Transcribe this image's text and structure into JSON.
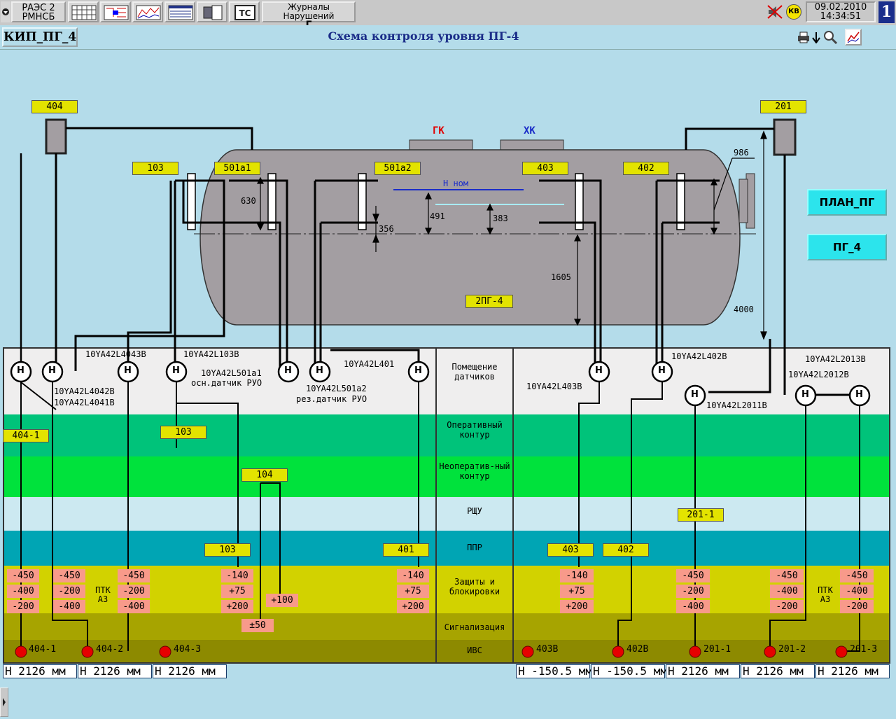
{
  "toolbar": {
    "station_line1": "РАЭС 2",
    "station_line2": "РМНСБ",
    "journals_title": "Журналы Нарушений",
    "journals_value": "Г",
    "kb_badge": "КВ",
    "date": "09.02.2010",
    "time": "14:34:51",
    "screen_number": "1"
  },
  "header": {
    "kip_label": "КИП_ПГ_4",
    "title": "Схема контроля уровня ПГ-4"
  },
  "vessel": {
    "gk": "ГК",
    "hk": "ХК",
    "n_nom": "Н ном",
    "name": "2ПГ-4",
    "dims": {
      "d630": "630",
      "d356": "356",
      "d491": "491",
      "d383": "383",
      "d1605": "1605",
      "d986": "986",
      "d4000": "4000"
    }
  },
  "tags": {
    "t404": "404",
    "t201": "201",
    "t103": "103",
    "t501a1": "501а1",
    "t501a2": "501а2",
    "t403": "403",
    "t402": "402",
    "t404_1": "404-1",
    "t103b": "103",
    "t104": "104",
    "t103c": "103",
    "t401": "401",
    "t403b": "403",
    "t402b": "402",
    "t201_1": "201-1"
  },
  "sensors": {
    "s4043": "10YA42L4043B",
    "s103": "10YA42L103B",
    "s501a1": "10YA42L501a1",
    "s501a1_desc": "осн.датчик РУО",
    "s401": "10YA42L401",
    "s501a2": "10YA42L501a2",
    "s501a2_desc": "рез.датчик РУО",
    "s4042": "10YA42L4042B",
    "s4041": "10YA42L4041B",
    "s402": "10YA42L402B",
    "s403": "10YA42L403B",
    "s2013": "10YA42L2013B",
    "s2012": "10YA42L2012B",
    "s2011": "10YA42L2011B",
    "h": "Н"
  },
  "zones": {
    "room": "Помещение датчиков",
    "op": "Оперативный контур",
    "nonop": "Неоператив-ный контур",
    "rshu": "РЩУ",
    "ppr": "ППР",
    "prot": "Защиты и блокировки",
    "signal": "Сигнализация",
    "ivs": "ИВС"
  },
  "setpoints": {
    "c1": [
      "-450",
      "-400",
      "-200"
    ],
    "c2": [
      "-450",
      "-200",
      "-400"
    ],
    "ptk": "ПТК АЗ",
    "c3": [
      "-450",
      "-200",
      "-400"
    ],
    "c4": [
      "-140",
      "+75",
      "+200"
    ],
    "c4b": "+100",
    "c4c": "±50",
    "c5": [
      "-140",
      "+75",
      "+200"
    ],
    "c6": [
      "-140",
      "+75",
      "+200"
    ],
    "c7": [
      "-450",
      "-200",
      "-400"
    ],
    "c8": [
      "-450",
      "-400",
      "-200"
    ],
    "ptk2": "ПТК АЗ",
    "c9": [
      "-450",
      "-400",
      "-200"
    ]
  },
  "ivs": [
    "404-1",
    "404-2",
    "404-3",
    "403B",
    "402B",
    "201-1",
    "201-2",
    "201-3"
  ],
  "measurements": [
    "Н  2126  мм",
    "Н  2126  мм",
    "Н  2126  мм",
    "Н -150.5 мм",
    "Н -150.5 мм",
    "Н  2126  мм",
    "Н  2126  мм",
    "Н  2126  мм"
  ],
  "nav": {
    "plan": "ПЛАН_ПГ",
    "pg4": "ПГ_4"
  },
  "colors": {
    "op": "#00c37a",
    "nonop": "#00e23c",
    "rshu": "#cce9f1",
    "ppr": "#00a5b4",
    "prot": "#d2d200",
    "signal": "#a7a400",
    "ivs": "#8d8a00",
    "vessel": "#a39ea2"
  }
}
